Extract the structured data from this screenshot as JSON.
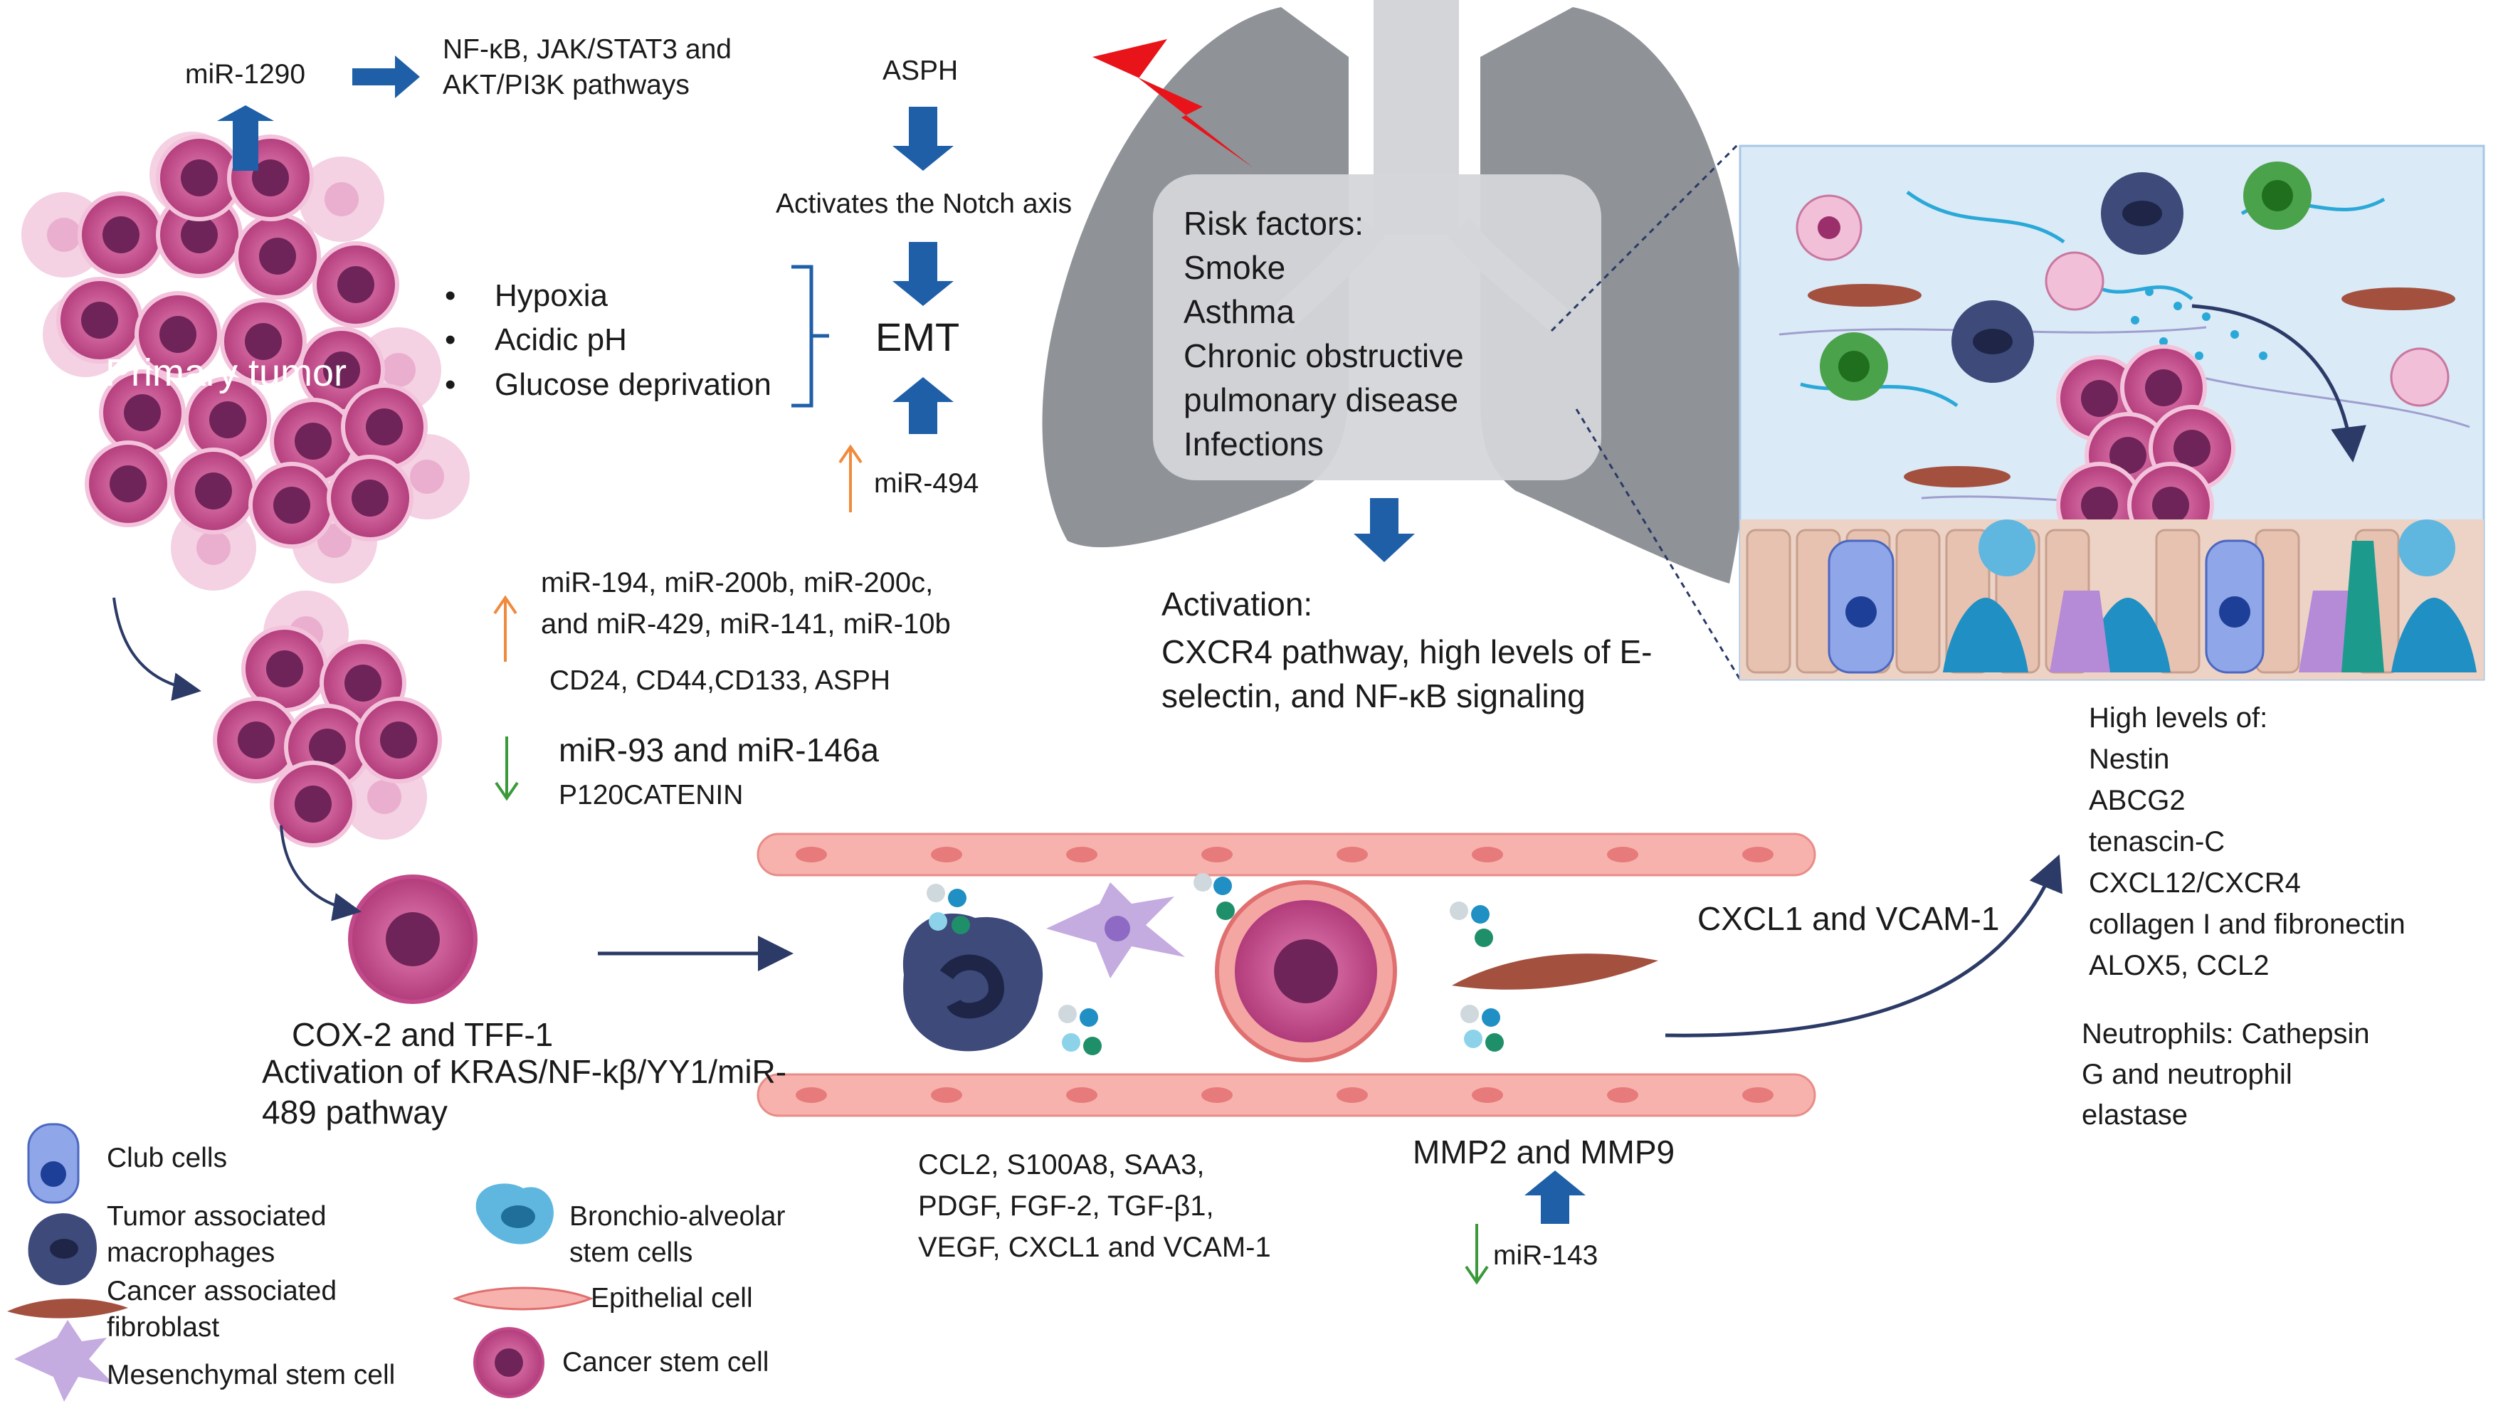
{
  "top_left": {
    "mirna_1290": "miR-1290",
    "pathways": "NF-κB, JAK/STAT3 and\nAKT/PI3K pathways",
    "primary_tumor": "Primary tumor",
    "stressors": [
      "Hypoxia",
      "Acidic pH",
      "Glucose deprivation"
    ]
  },
  "emt_column": {
    "asph": "ASPH",
    "notch": "Activates the Notch axis",
    "emt": "EMT",
    "mir_494": "miR-494"
  },
  "lung": {
    "risk_title": "Risk factors:",
    "risk_factors": [
      "Smoke",
      "Asthma",
      "Chronic obstructive",
      "pulmonary disease",
      "Infections"
    ],
    "activation_title": "Activation:",
    "activation_text": "CXCR4 pathway, high levels of E-\nselectin, and NF-κB signaling"
  },
  "middle_left": {
    "up_mirnas": "miR-194, miR-200b, miR-200c,\nand miR-429, miR-141, miR-10b",
    "markers": "CD24, CD44,CD133, ASPH",
    "down_mirnas": "miR-93 and miR-146a",
    "catenin": "P120CATENIN",
    "cox_tff": "COX-2 and TFF-1",
    "kras_pathway": "Activation of KRAS/NF-kβ/YY1/miR-\n489 pathway"
  },
  "vessel": {
    "cxcl1_vcam": "CXCL1 and VCAM-1",
    "factors": "CCL2,      S100A8,      SAA3,\nPDGF,     FGF-2,      TGF-β1,\nVEGF, CXCL1 and VCAM-1",
    "mmp": "MMP2 and MMP9",
    "mir_143": "miR-143"
  },
  "right_panel": {
    "high_levels": "High levels of:\nNestin\n ABCG2\ntenascin-C\nCXCL12/CXCR4\ncollagen I and fibronectin\nALOX5, CCL2",
    "neutrophils": "Neutrophils: Cathepsin\nG and neutrophil\nelastase"
  },
  "legend": {
    "club": "Club cells",
    "tam": "Tumor associated\nmacrophages",
    "caf": "Cancer associated\nfibroblast",
    "msc": "Mesenchymal stem cell",
    "basc": "Bronchio-alveolar\nstem cells",
    "epithelial": "Epithelial cell",
    "csc": "Cancer stem cell"
  },
  "colors": {
    "blue_arrow": "#1f5fa8",
    "up_arrow": "#f08a3c",
    "down_arrow": "#3a9a3a",
    "tumor": "#b9447f",
    "lung": "#8f9297",
    "vessel": "#f4a6a3",
    "lightning": "#e8141a",
    "panel_bg": "#dbeaf7"
  }
}
